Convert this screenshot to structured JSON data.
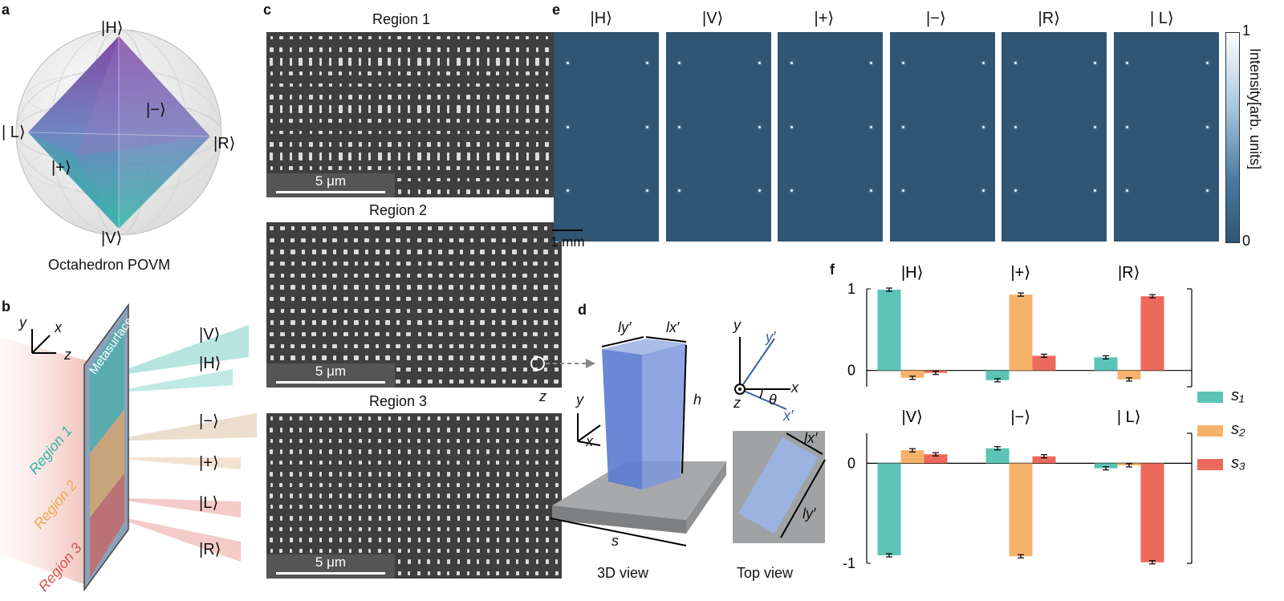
{
  "panel_labels": {
    "a": "a",
    "b": "b",
    "c": "c",
    "d": "d",
    "e": "e",
    "f": "f"
  },
  "panel_a": {
    "states": {
      "H": "|H⟩",
      "V": "|V⟩",
      "L": "| L⟩",
      "R": "|R⟩",
      "plus": "|+⟩",
      "minus": "|−⟩"
    },
    "caption": "Octahedron POVM"
  },
  "panel_b": {
    "axes": {
      "x": "x",
      "y": "y",
      "z": "z"
    },
    "metasurface": "Metasurface",
    "regions": [
      "Region 1",
      "Region 2",
      "Region 3"
    ],
    "outputs": [
      "|V⟩",
      "|H⟩",
      "|−⟩",
      "|+⟩",
      "|L⟩",
      "|R⟩"
    ],
    "region_colors": [
      "#2fb5a5",
      "#f0a850",
      "#d9534a"
    ]
  },
  "panel_c": {
    "regions": [
      {
        "title": "Region 1",
        "scale": "5 μm"
      },
      {
        "title": "Region 2",
        "scale": "5 μm"
      },
      {
        "title": "Region 3",
        "scale": "5 μm"
      }
    ]
  },
  "panel_d": {
    "ly": "ly′",
    "lx": "lx′",
    "h": "h",
    "s": "s",
    "axes": {
      "x": "x",
      "y": "y",
      "z": "z",
      "xp": "x′",
      "yp": "y′",
      "theta": "θ"
    },
    "view_3d": "3D view",
    "view_top": "Top view"
  },
  "panel_e": {
    "states": [
      "|H⟩",
      "|V⟩",
      "|+⟩",
      "|−⟩",
      "|R⟩",
      "| L⟩"
    ],
    "scale": "1 mm",
    "colorbar": {
      "label": "Intensity[arb. units]",
      "max": "1",
      "min": "0"
    }
  },
  "chart_data": {
    "type": "bar",
    "series_names": [
      "s₁",
      "s₂",
      "s₃"
    ],
    "colors": [
      "#5bc4b6",
      "#f5b26b",
      "#ec6a5c"
    ],
    "top": {
      "categories": [
        "|H⟩",
        "|+⟩",
        "|R⟩"
      ],
      "values": [
        [
          0.99,
          -0.09,
          -0.03
        ],
        [
          -0.12,
          0.93,
          0.18
        ],
        [
          0.16,
          -0.11,
          0.91
        ]
      ],
      "ylim": [
        -0.2,
        1.0
      ],
      "yticks": [
        "1",
        "0"
      ]
    },
    "bottom": {
      "categories": [
        "|V⟩",
        "|−⟩",
        "| L⟩"
      ],
      "values": [
        [
          -0.92,
          0.13,
          0.09
        ],
        [
          0.15,
          -0.93,
          0.07
        ],
        [
          -0.05,
          -0.02,
          -0.99
        ]
      ],
      "ylim": [
        -1.0,
        0.3
      ],
      "yticks": [
        "0",
        "-1"
      ]
    }
  }
}
